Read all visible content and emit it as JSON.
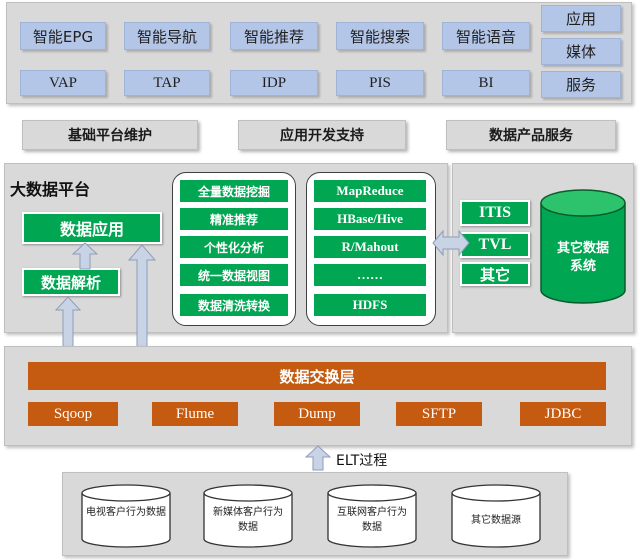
{
  "top": {
    "row1": [
      "智能EPG",
      "智能导航",
      "智能推荐",
      "智能搜索",
      "智能语音"
    ],
    "row2": [
      "VAP",
      "TAP",
      "IDP",
      "PIS",
      "BI"
    ],
    "side": [
      "应用",
      "媒体",
      "服务"
    ]
  },
  "services": [
    "基础平台维护",
    "应用开发支持",
    "数据产品服务"
  ],
  "platform": {
    "title": "大数据平台",
    "app": "数据应用",
    "parse": "数据解析",
    "mid_list": [
      "全量数据挖掘",
      "精准推荐",
      "个性化分析",
      "统一数据视图",
      "数据清洗转换"
    ],
    "tech_list": [
      "MapReduce",
      "HBase/Hive",
      "R/Mahout",
      "……",
      "HDFS"
    ]
  },
  "other": {
    "items": [
      "ITIS",
      "TVL",
      "其它"
    ],
    "cylinder": "其它数据系统"
  },
  "exchange": {
    "title": "数据交换层",
    "tools": [
      "Sqoop",
      "Flume",
      "Dump",
      "SFTP",
      "JDBC"
    ]
  },
  "elt_label": "ELT过程",
  "sources": [
    "电视客户行为数据",
    "新媒体客户行为数据",
    "互联网客户行为数据",
    "其它数据源"
  ],
  "colors": {
    "green": "#00a651",
    "orange": "#c55a11",
    "blue_cell": "#b4c6e7",
    "panel_gray": "#d9d9d9",
    "arrow": "#c9d3e6"
  }
}
